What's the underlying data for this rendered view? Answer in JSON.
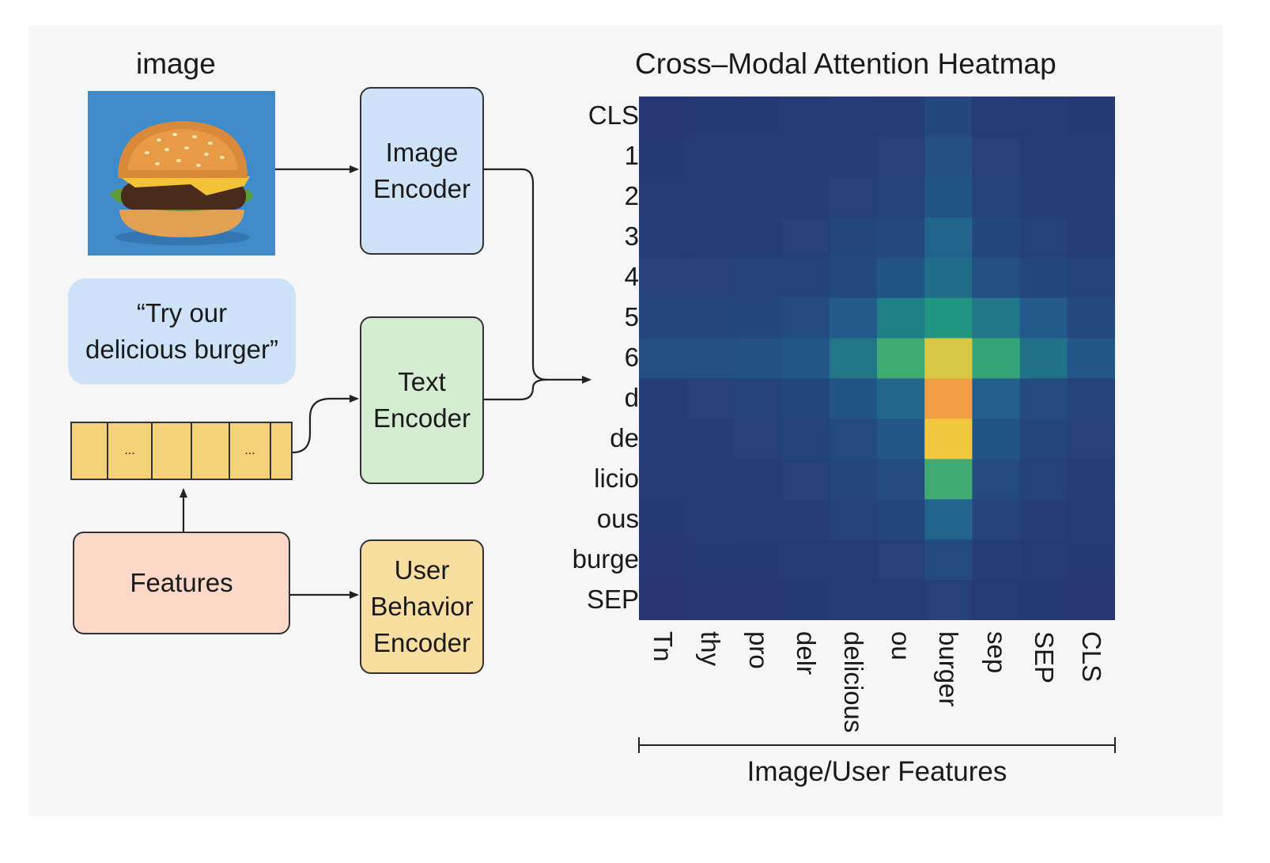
{
  "diagram": {
    "image_caption": "image",
    "image_encoder_label": "Image\nEncoder",
    "text_quote": "“Try our\ndelicious burger”",
    "text_encoder_label": "Text\nEncoder",
    "token_cells": [
      "",
      "...",
      "",
      "",
      "...",
      ""
    ],
    "features_label": "Features",
    "user_behavior_encoder_label": "User\nBehavior\nEncoder"
  },
  "chart_data": {
    "type": "heatmap",
    "title": "Cross–Modal Attention Heatmap",
    "xlabel": "Image/User Features",
    "ylabel": "",
    "x_labels": [
      "Tn",
      "thy",
      "pro",
      "delr",
      "delicious",
      "ou",
      "burger",
      "sep",
      "SEP",
      "CLS"
    ],
    "y_labels": [
      "CLS",
      "1",
      "2",
      "3",
      "4",
      "5",
      "6",
      "d",
      "de",
      "licio",
      "ous",
      "burge",
      "SEP"
    ],
    "values": [
      [
        0.05,
        0.06,
        0.06,
        0.07,
        0.08,
        0.09,
        0.14,
        0.08,
        0.07,
        0.06
      ],
      [
        0.06,
        0.07,
        0.07,
        0.08,
        0.09,
        0.1,
        0.18,
        0.1,
        0.08,
        0.07
      ],
      [
        0.07,
        0.08,
        0.08,
        0.09,
        0.1,
        0.12,
        0.2,
        0.11,
        0.09,
        0.08
      ],
      [
        0.08,
        0.08,
        0.09,
        0.1,
        0.13,
        0.15,
        0.28,
        0.14,
        0.11,
        0.09
      ],
      [
        0.1,
        0.1,
        0.11,
        0.12,
        0.15,
        0.2,
        0.32,
        0.18,
        0.14,
        0.11
      ],
      [
        0.13,
        0.13,
        0.14,
        0.17,
        0.24,
        0.4,
        0.5,
        0.36,
        0.24,
        0.15
      ],
      [
        0.18,
        0.18,
        0.19,
        0.22,
        0.36,
        0.58,
        0.82,
        0.55,
        0.34,
        0.22
      ],
      [
        0.09,
        0.1,
        0.11,
        0.14,
        0.2,
        0.3,
        0.95,
        0.26,
        0.16,
        0.11
      ],
      [
        0.08,
        0.09,
        0.1,
        0.12,
        0.16,
        0.22,
        0.85,
        0.2,
        0.13,
        0.1
      ],
      [
        0.07,
        0.08,
        0.09,
        0.1,
        0.13,
        0.17,
        0.58,
        0.16,
        0.11,
        0.09
      ],
      [
        0.06,
        0.07,
        0.08,
        0.09,
        0.11,
        0.14,
        0.28,
        0.12,
        0.09,
        0.07
      ],
      [
        0.05,
        0.06,
        0.06,
        0.07,
        0.08,
        0.1,
        0.16,
        0.09,
        0.07,
        0.06
      ],
      [
        0.04,
        0.05,
        0.05,
        0.06,
        0.07,
        0.08,
        0.1,
        0.07,
        0.06,
        0.05
      ]
    ],
    "colormap": "viridis"
  }
}
